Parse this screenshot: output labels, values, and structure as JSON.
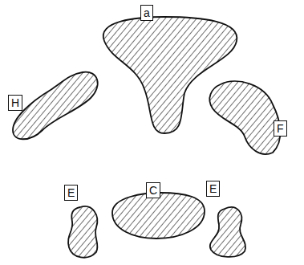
{
  "diagram": {
    "nodes": [
      {
        "text": [
          "a"
        ]
      },
      {
        "text": [
          "H"
        ]
      },
      {
        "text": [
          "F"
        ]
      },
      {
        "text": [
          "E"
        ]
      },
      {
        "text": [
          "C"
        ]
      },
      {
        "text": [
          "E"
        ]
      }
    ]
  }
}
